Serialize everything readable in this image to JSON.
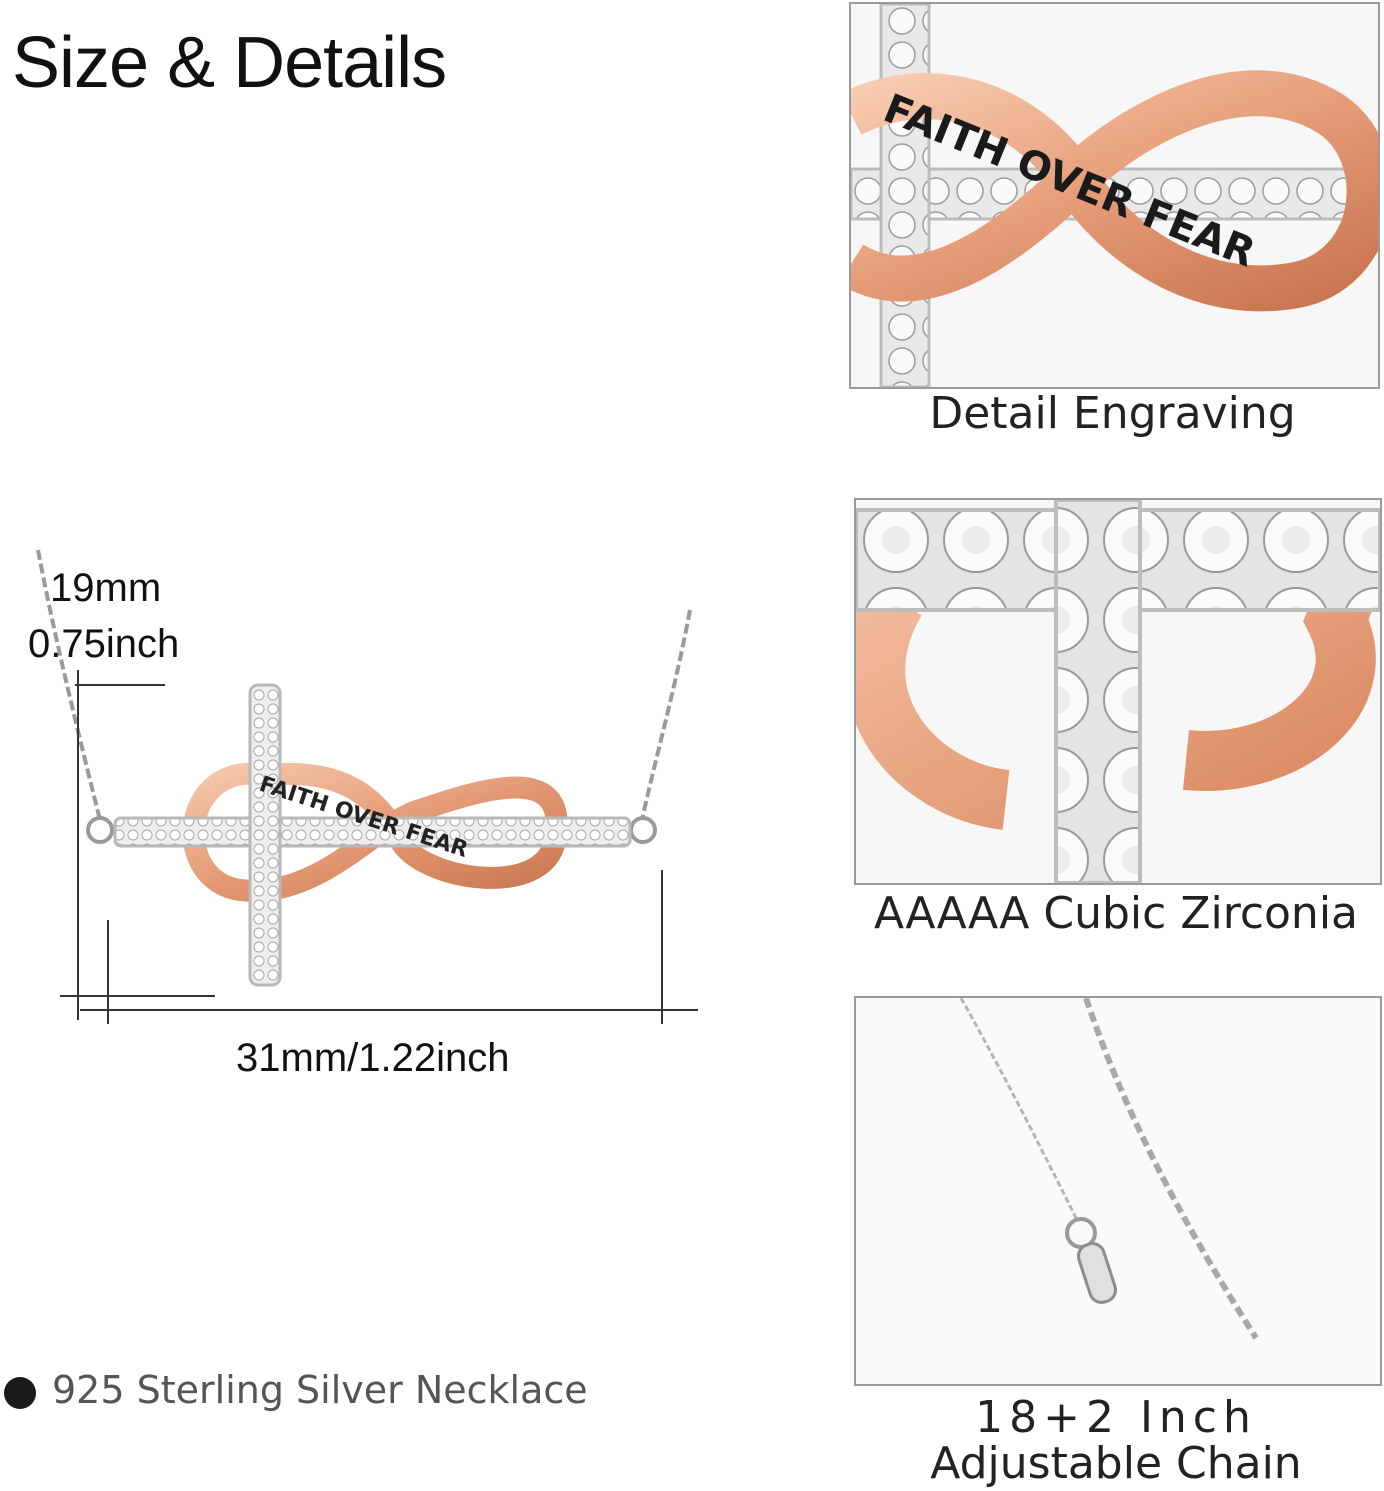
{
  "title": "Size & Details",
  "dimensions": {
    "height_mm": "19mm",
    "height_inch": "0.75inch",
    "width": "31mm/1.22inch"
  },
  "engraving_text": "FAITH OVER FEAR",
  "panels": [
    {
      "caption": "Detail Engraving"
    },
    {
      "caption": "AAAAA Cubic Zirconia"
    },
    {
      "caption_line1": "18+2 Inch",
      "caption_line2": "Adjustable Chain"
    }
  ],
  "feature_bullet": "925 Sterling Silver Necklace",
  "colors": {
    "rose_gold": "#e8a07c",
    "silver": "#d9d9d9",
    "text_dark": "#111111",
    "bullet_text": "#555555"
  }
}
